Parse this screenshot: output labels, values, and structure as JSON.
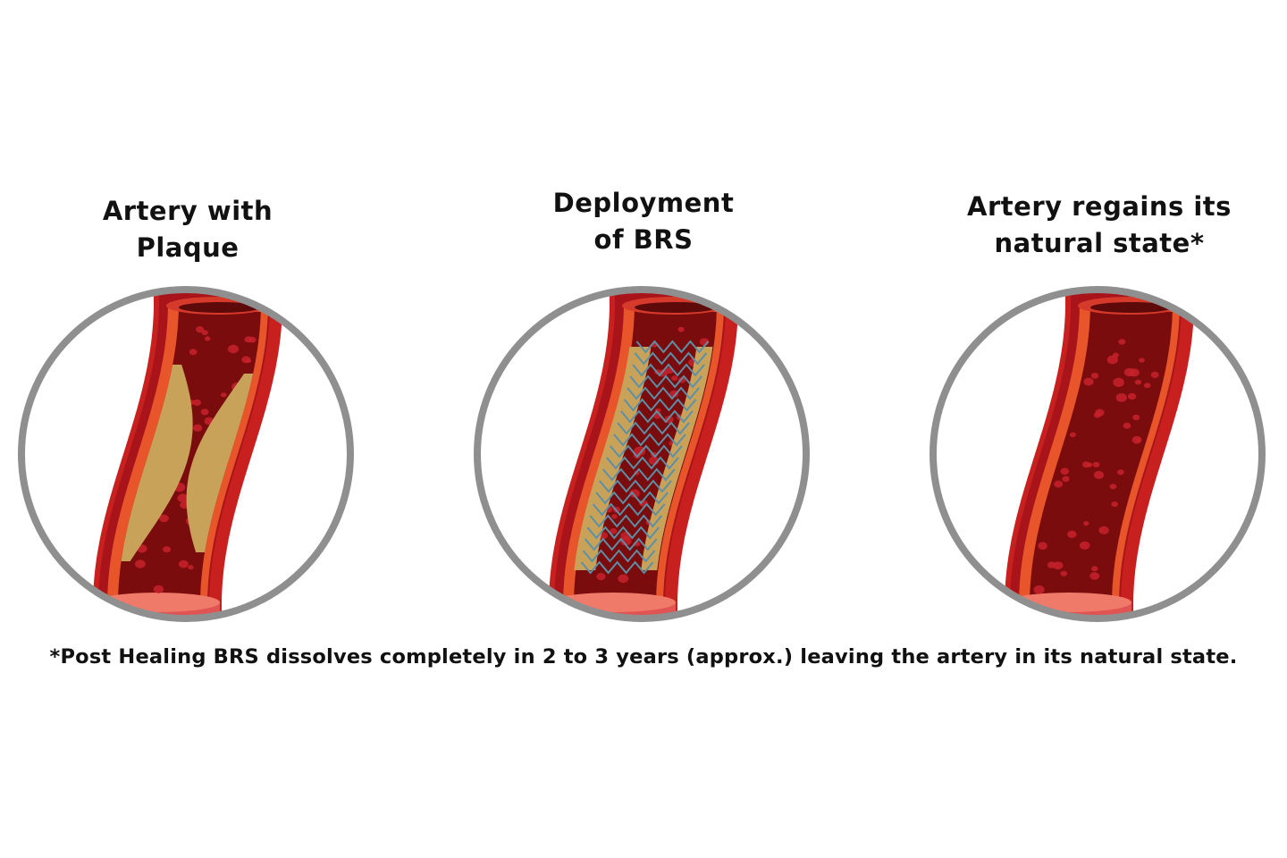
{
  "panels": [
    {
      "title_line1": "Artery with",
      "title_line2": "Plaque",
      "illustration": "artery-plaque"
    },
    {
      "title_line1": "Deployment",
      "title_line2": "of BRS",
      "illustration": "artery-stent"
    },
    {
      "title_line1": "Artery regains its",
      "title_line2": "natural state*",
      "illustration": "artery-healthy"
    }
  ],
  "footnote": "*Post Healing BRS dissolves completely in 2 to 3 years (approx.) leaving the artery in its natural state.",
  "colors": {
    "circle_outline": "#8f8f8f",
    "artery_wall": "#c8201e",
    "artery_inner_wall": "#e8552a",
    "blood": "#7a0c0e",
    "plaque": "#c9a25a",
    "stent": "#5a90a8"
  }
}
